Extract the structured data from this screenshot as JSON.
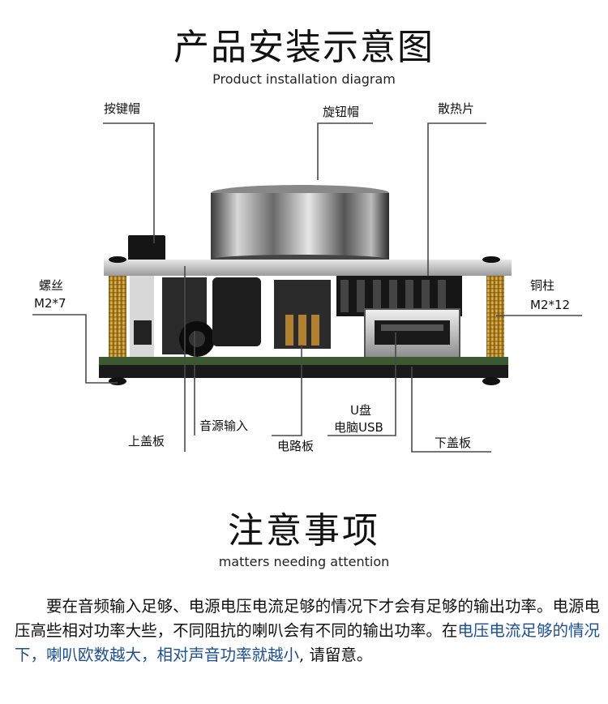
{
  "header": {
    "title_cn": "产品安装示意图",
    "title_en": "Product installation diagram"
  },
  "labels": {
    "button_cap": "按键帽",
    "knob_cap": "旋钮帽",
    "heatsink": "散热片",
    "screw": "螺丝",
    "screw_spec": "M2*7",
    "copper_pillar": "铜柱",
    "copper_pillar_spec": "M2*12",
    "top_cover": "上盖板",
    "audio_input": "音源输入",
    "circuit_board": "电路板",
    "usb_line1": "U盘",
    "usb_line2": "电脑USB",
    "bottom_cover": "下盖板"
  },
  "notice": {
    "title_cn": "注意事项",
    "title_en": "matters needing attention",
    "text_1": "要在音频输入足够、电源电压电流足够的情况下才会有足够的输出功率。电源电压高些相对功率大些，不同阻抗的喇叭会有不同的输出功率。在",
    "highlight_1": "电压电流足够的情况下，喇叭欧数越大，相对声音功率就越小",
    "text_2": ", 请留意。"
  },
  "colors": {
    "highlight": "#1d4f91",
    "pcb_green": "#3c5a32",
    "brass": "#c8962a"
  }
}
